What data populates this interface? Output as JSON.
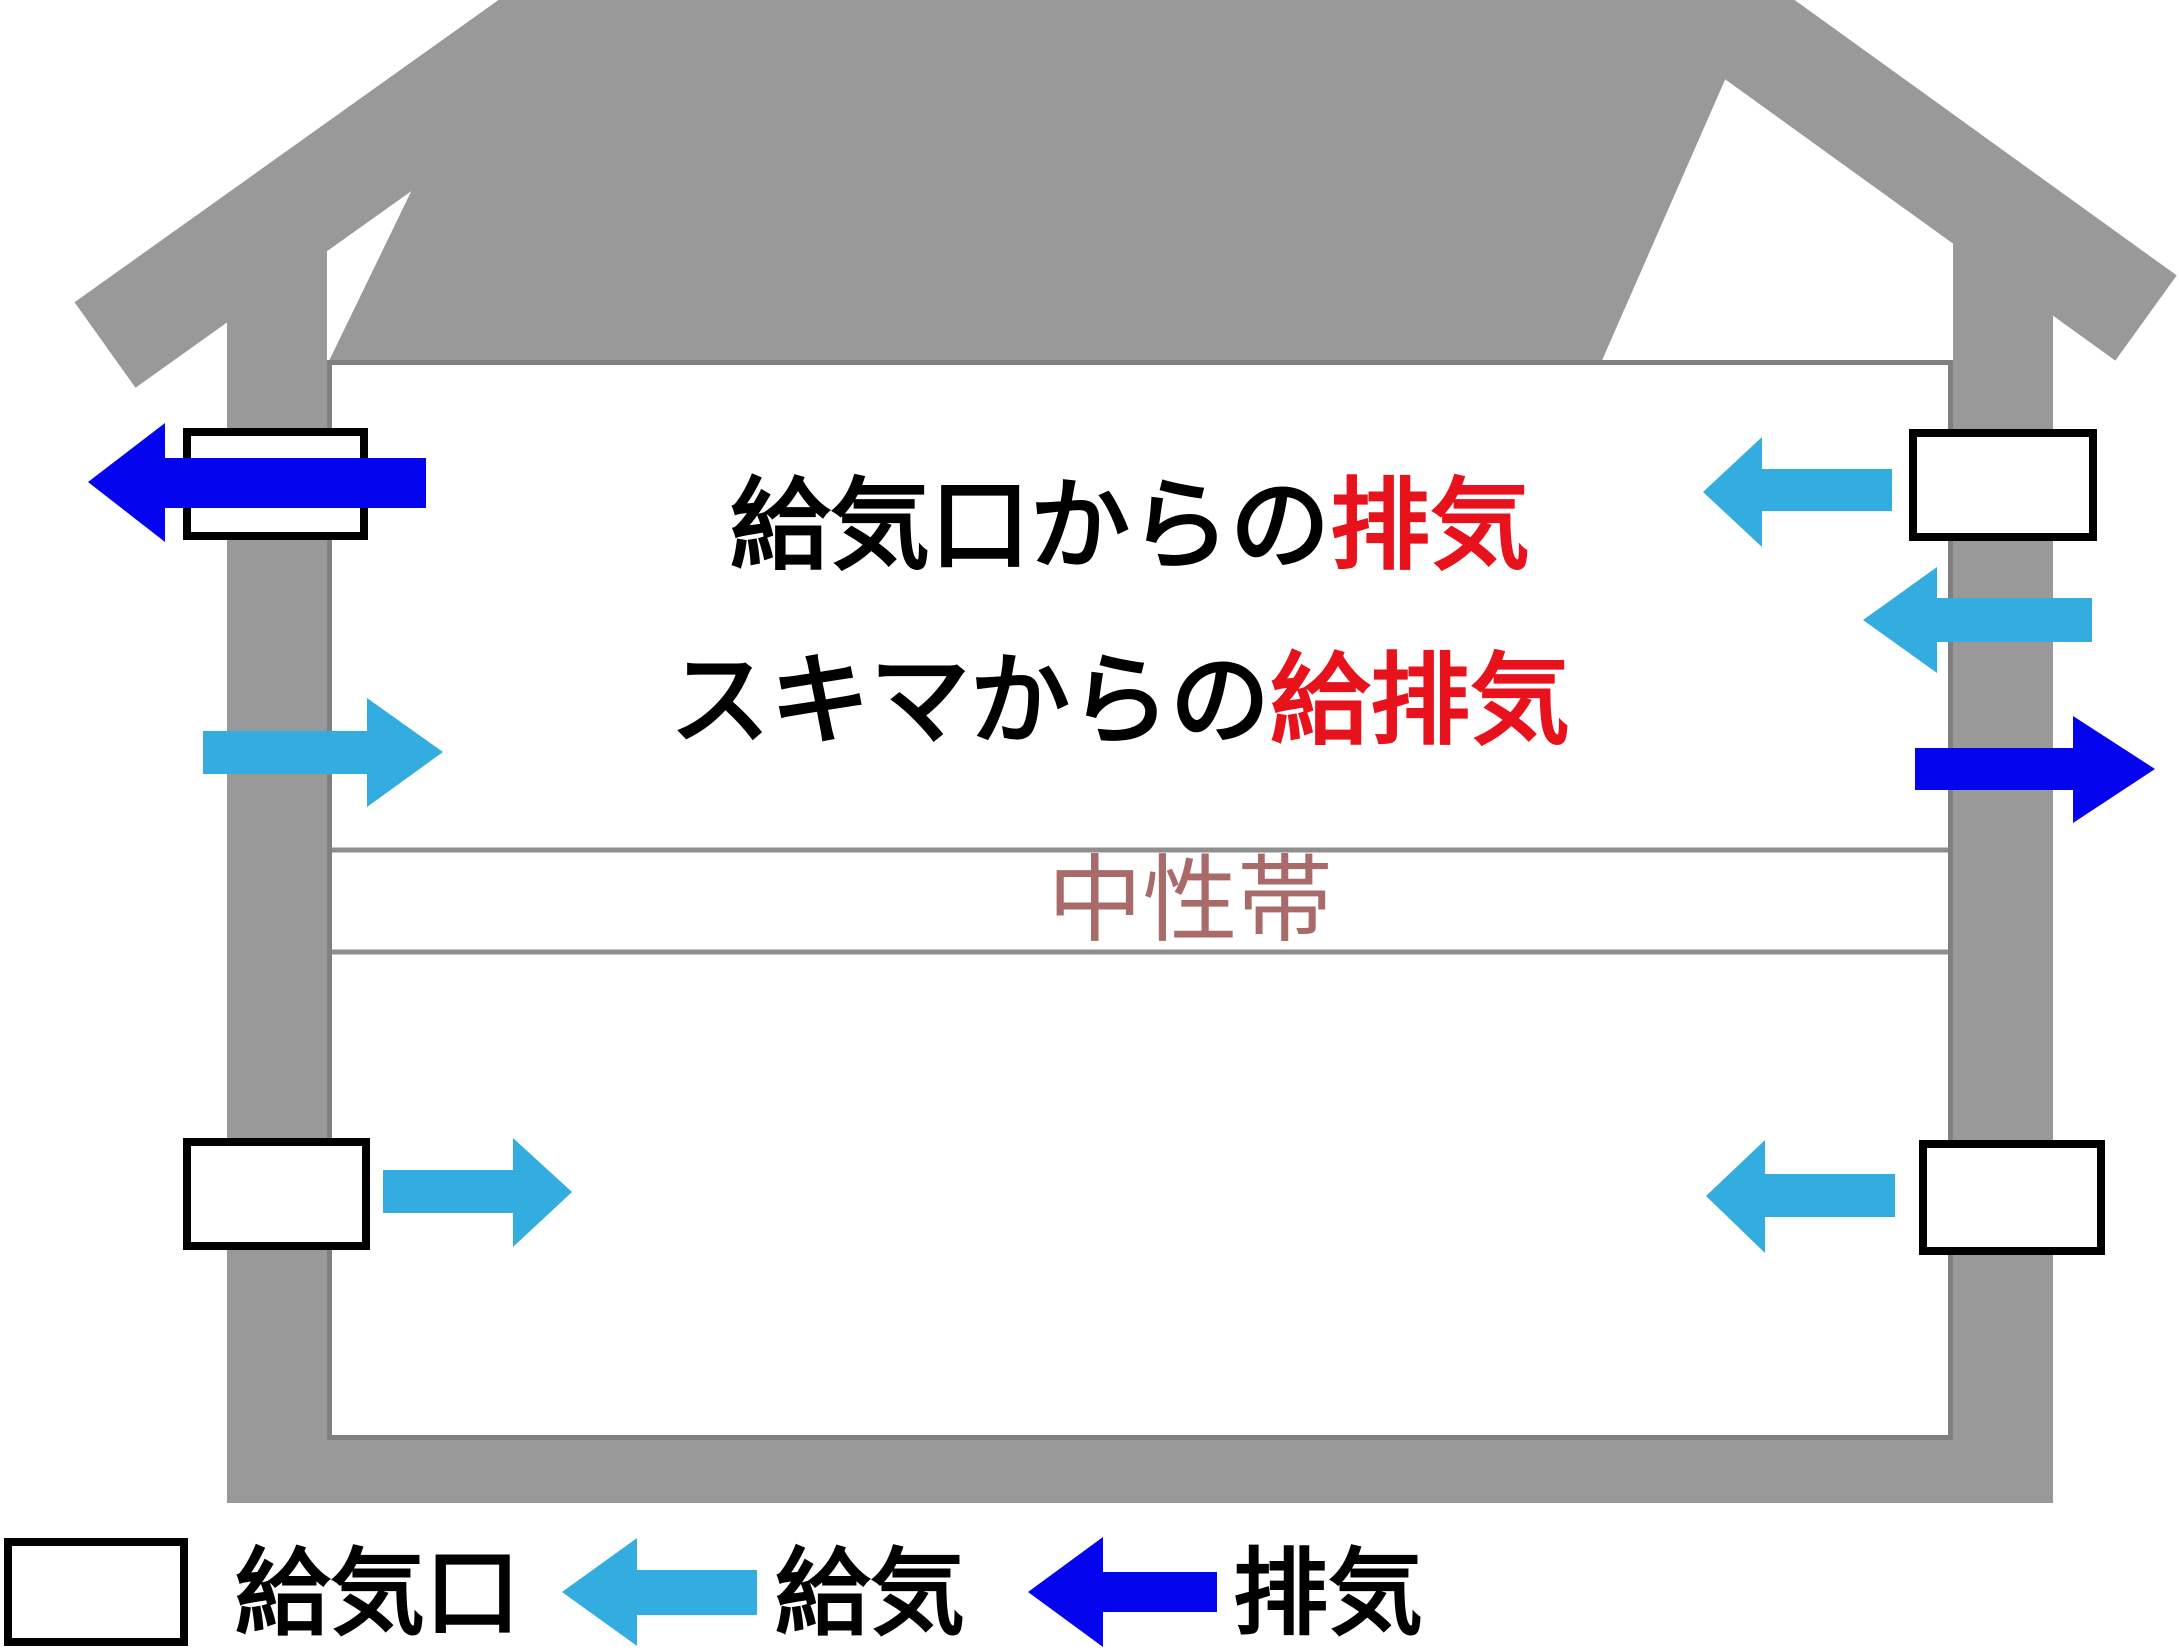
{
  "colors": {
    "structure_gray": "#999999",
    "room_border_gray": "#808080",
    "neutral_line_gray": "#8f8f8f",
    "supply_cyan": "#33ace0",
    "exhaust_blue": "#0404ee",
    "highlight_red": "#e8121c",
    "neutral_zone_text": "#a96a6a",
    "text_black": "#000000"
  },
  "diagram": {
    "caption_line1": {
      "black": "給気口からの",
      "red": "排気"
    },
    "caption_line2": {
      "black": "スキマからの",
      "red": "給排気"
    },
    "neutral_zone_label": "中性帯"
  },
  "legend": {
    "vent_label": "給気口",
    "supply_label": "給気",
    "exhaust_label": "排気"
  }
}
